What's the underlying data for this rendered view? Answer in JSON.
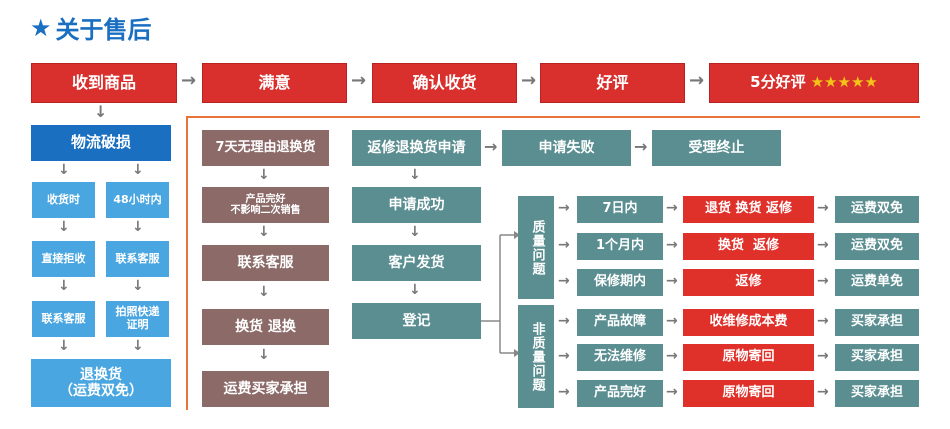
{
  "header": {
    "title": "关于售后"
  },
  "top_flow": [
    "收到商品",
    "满意",
    "确认收货",
    "好评",
    "5分好评"
  ],
  "left_column": {
    "main": "物流破损",
    "col1": [
      "收货时",
      "直接拒收",
      "联系客服"
    ],
    "col2": [
      "48小时内",
      "联系客服",
      "拍照快递证明"
    ],
    "result_line1": "退换货",
    "result_line2": "（运费双免）"
  },
  "no_reason": {
    "top": "7天无理由退换货",
    "cond_line1": "产品完好",
    "cond_line2": "不影响二次销售",
    "steps": [
      "联系客服",
      "换货 退换",
      "运费买家承担"
    ]
  },
  "repair": {
    "start": "返修退换货申请",
    "fail": "申请失败",
    "terminate": "受理终止",
    "steps": [
      "申请成功",
      "客户发货",
      "登记"
    ]
  },
  "quality": {
    "label": "质量问题",
    "rows": [
      {
        "cond": "7日内",
        "action": "退货 换货 返修",
        "result": "运费双免"
      },
      {
        "cond": "1个月内",
        "action": "换货  返修",
        "result": "运费双免"
      },
      {
        "cond": "保修期内",
        "action": "返修",
        "result": "运费单免"
      }
    ]
  },
  "non_quality": {
    "label": "非质量问题",
    "rows": [
      {
        "cond": "产品故障",
        "action": "收维修成本费",
        "result": "买家承担"
      },
      {
        "cond": "无法维修",
        "action": "原物寄回",
        "result": "买家承担"
      },
      {
        "cond": "产品完好",
        "action": "原物寄回",
        "result": "买家承担"
      }
    ]
  },
  "colors": {
    "red": "#d9302e",
    "teal": "#5a8e91",
    "brown": "#8b6a68",
    "navy": "#1a6fc0",
    "light_blue": "#4aa6e0",
    "divider": "#e8743a"
  }
}
